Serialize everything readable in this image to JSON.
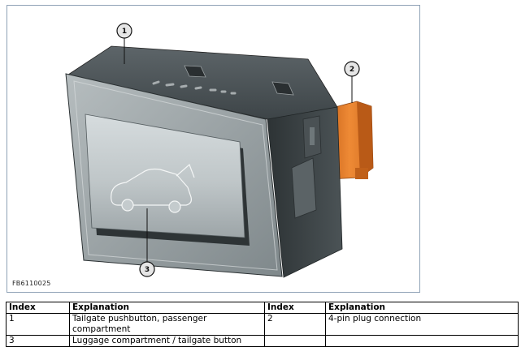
{
  "figure": {
    "code": "FB6110025",
    "callouts": [
      "1",
      "2",
      "3"
    ]
  },
  "legend": {
    "headers": [
      "Index",
      "Explanation",
      "Index",
      "Explanation"
    ],
    "rows": [
      [
        "1",
        "Tailgate pushbutton, passenger compartment",
        "2",
        "4-pin plug connection"
      ],
      [
        "3",
        "Luggage compartment / tailgate button",
        "",
        ""
      ]
    ]
  },
  "colors": {
    "frame": "#8fa2b6",
    "housing": "#3f4649",
    "bezel": "#9aa2a4",
    "button": "#c4cbcd",
    "plug": "#e07a25"
  }
}
